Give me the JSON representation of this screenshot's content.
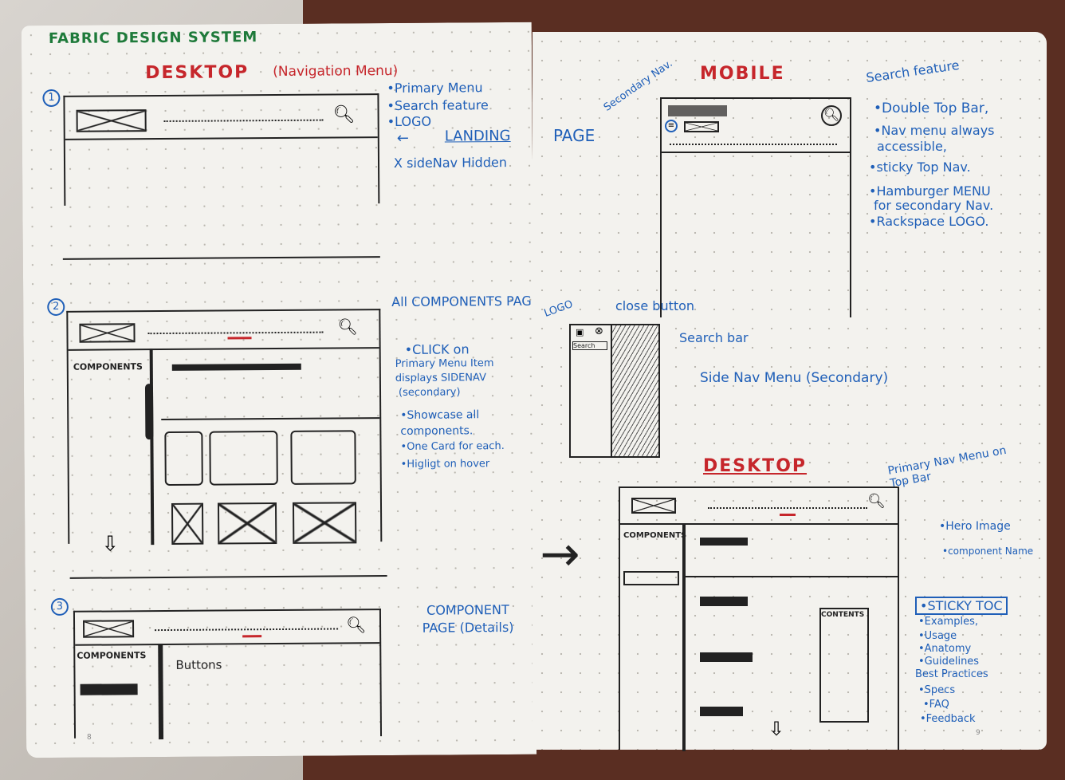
{
  "title": "FABRIC DESIGN SYSTEM",
  "left_page": {
    "heading": "DESKTOP",
    "heading_note": "(Navigation Menu)",
    "sections": [
      {
        "number": "1",
        "notes": [
          "•Primary Menu",
          "•Search feature",
          "•LOGO"
        ],
        "landing": "LANDING",
        "sidenav": "X sideNav Hidden"
      },
      {
        "number": "2",
        "title": "All COMPONENTS PAGE",
        "sidebar_label": "COMPONENTS",
        "notes": [
          "•CLICK on",
          "Primary Menu Item",
          "displays SIDENAV",
          "(secondary)",
          "•Showcase all",
          "components.",
          "•One Card for each.",
          "•Higligt on hover"
        ]
      },
      {
        "number": "3",
        "title": "COMPONENT PAGE (Details)",
        "sidebar_label": "COMPONENTS",
        "content_label": "Buttons"
      }
    ],
    "page_number": "8"
  },
  "bridge_label": "PAGE",
  "right_page": {
    "mobile_heading": "MOBILE",
    "secondary_nav_label": "Secondary Nav.",
    "search_label": "Search feature",
    "mobile_notes": [
      "•Double Top Bar,",
      "•Nav menu always",
      "accessible,",
      "•sticky Top Nav.",
      "•Hamburger MENU",
      "for secondary Nav.",
      "•Rackspace LOGO."
    ],
    "drawer": {
      "logo": "LOGO",
      "close": "close button",
      "search": "Search bar",
      "search_field": "Search",
      "sidenav": "Side Nav Menu (Secondary)"
    },
    "desktop_heading": "DESKTOP",
    "primary_nav_note": "Primary Nav Menu on Top Bar",
    "hero_notes": [
      "•Hero Image",
      "•component Name"
    ],
    "sidebar_label": "COMPONENTS",
    "contents_label": "CONTENTS",
    "toc_notes": [
      "•STICKY TOC",
      "•Examples,",
      "•Usage",
      "•Anatomy",
      "•Guidelines",
      "Best Practices",
      "•Specs",
      "•FAQ",
      "•Feedback"
    ],
    "page_number": "9"
  }
}
